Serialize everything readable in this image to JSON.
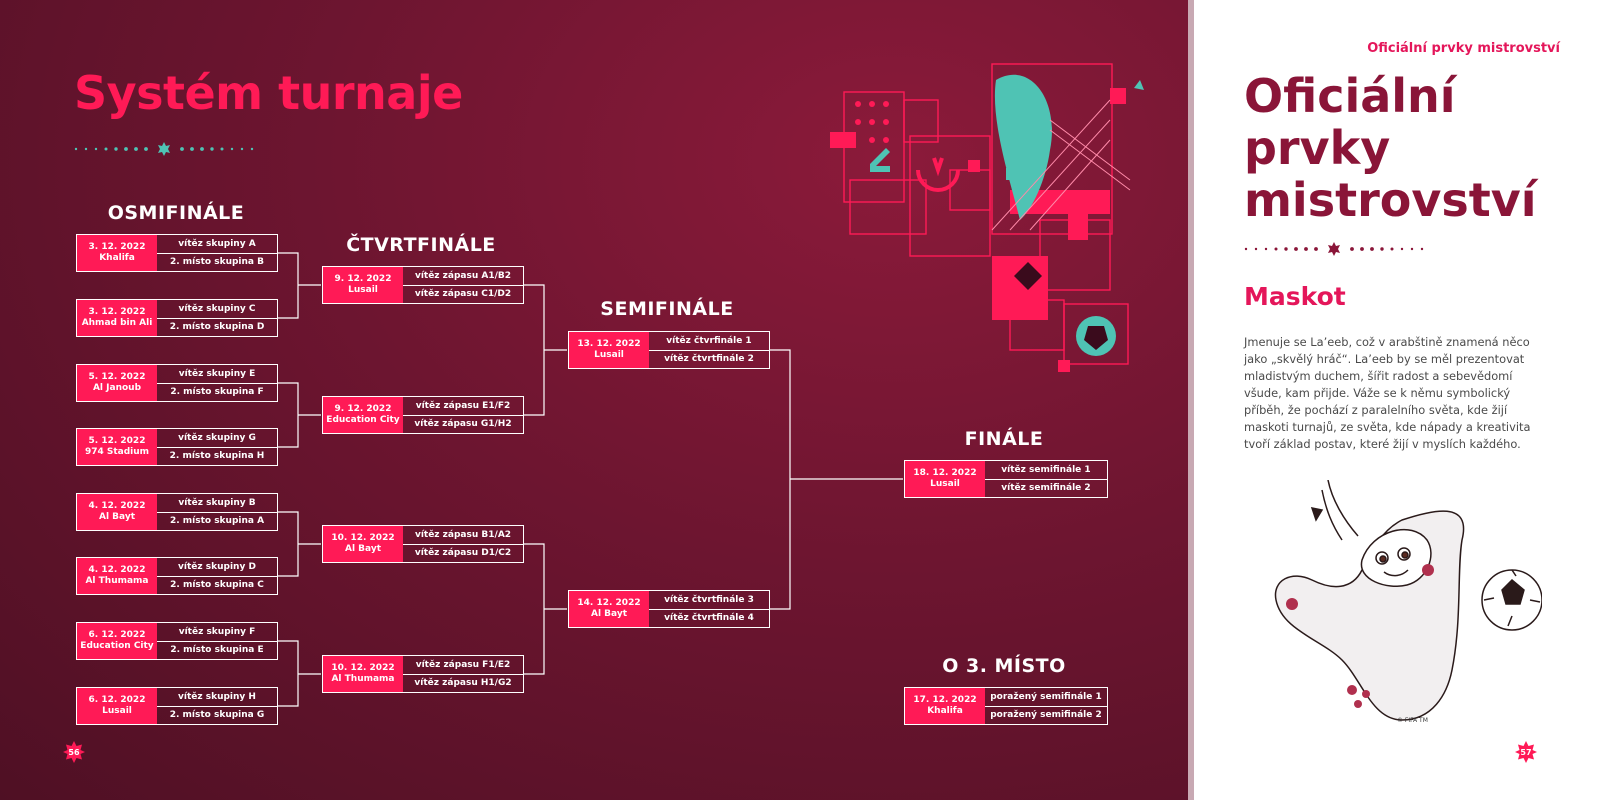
{
  "left_page": {
    "title": "Systém turnaje",
    "page_number": "56",
    "rounds": {
      "r16": "OSMIFINÁLE",
      "qf": "ČTVRTFINÁLE",
      "sf": "SEMIFINÁLE",
      "final": "FINÁLE",
      "third": "O 3. MÍSTO"
    },
    "r16": [
      {
        "date": "3. 12. 2022",
        "venue": "Khalifa",
        "team1": "vítěz skupiny A",
        "team2": "2. místo skupina B"
      },
      {
        "date": "3. 12. 2022",
        "venue": "Ahmad bin Ali",
        "team1": "vítěz skupiny C",
        "team2": "2. místo skupina D"
      },
      {
        "date": "5. 12. 2022",
        "venue": "Al Janoub",
        "team1": "vítěz skupiny E",
        "team2": "2. místo skupina F"
      },
      {
        "date": "5. 12. 2022",
        "venue": "974 Stadium",
        "team1": "vítěz skupiny G",
        "team2": "2. místo skupina H"
      },
      {
        "date": "4. 12. 2022",
        "venue": "Al Bayt",
        "team1": "vítěz skupiny B",
        "team2": "2. místo skupina A"
      },
      {
        "date": "4. 12. 2022",
        "venue": "Al Thumama",
        "team1": "vítěz skupiny D",
        "team2": "2. místo skupina C"
      },
      {
        "date": "6. 12. 2022",
        "venue": "Education City",
        "team1": "vítěz skupiny F",
        "team2": "2. místo skupina E"
      },
      {
        "date": "6. 12. 2022",
        "venue": "Lusail",
        "team1": "vítěz skupiny H",
        "team2": "2. místo skupina G"
      }
    ],
    "qf": [
      {
        "date": "9. 12. 2022",
        "venue": "Lusail",
        "team1": "vítěz zápasu A1/B2",
        "team2": "vítěz zápasu C1/D2"
      },
      {
        "date": "9. 12. 2022",
        "venue": "Education City",
        "team1": "vítěz zápasu E1/F2",
        "team2": "vítěz zápasu G1/H2"
      },
      {
        "date": "10. 12. 2022",
        "venue": "Al Bayt",
        "team1": "vítěz zápasu B1/A2",
        "team2": "vítěz zápasu D1/C2"
      },
      {
        "date": "10. 12. 2022",
        "venue": "Al Thumama",
        "team1": "vítěz zápasu F1/E2",
        "team2": "vítěz zápasu H1/G2"
      }
    ],
    "sf": [
      {
        "date": "13. 12. 2022",
        "venue": "Lusail",
        "team1": "vítěz čtvrfinále 1",
        "team2": "vítěz čtvrtfinále 2"
      },
      {
        "date": "14. 12. 2022",
        "venue": "Al Bayt",
        "team1": "vítěz čtvrtfinále 3",
        "team2": "vítěz čtvrtfinále 4"
      }
    ],
    "final": {
      "date": "18. 12. 2022",
      "venue": "Lusail",
      "team1": "vítěz semifinále 1",
      "team2": "vítěz semifinále 2"
    },
    "third": {
      "date": "17. 12. 2022",
      "venue": "Khalifa",
      "team1": "poražený semifinále 1",
      "team2": "poražený semifinále 2"
    }
  },
  "right_page": {
    "kicker": "Oficiální prvky mistrovství",
    "title": "Oficiální\nprvky\nmistrovství",
    "subtitle": "Maskot",
    "body": "Jmenuje se La’eeb, což v arabštině znamená něco jako „skvělý hráč“. La’eeb by se měl prezentovat mladistvým duchem, šířit radost a sebevědomí všude, kam přijde. Váže se k němu symbolický příběh, že pochází z paralelního světa, kde žijí maskoti turnajů, ze světa, kde nápady a kreativita tvoří základ postav, které žijí v myslích každého.",
    "copyright": "© FIFA TM",
    "page_number": "57"
  },
  "colors": {
    "maroon_background": "#6d1530",
    "accent_pink": "#ff1a56",
    "title_maroon": "#8a1538",
    "teal": "#4fc3b4"
  }
}
